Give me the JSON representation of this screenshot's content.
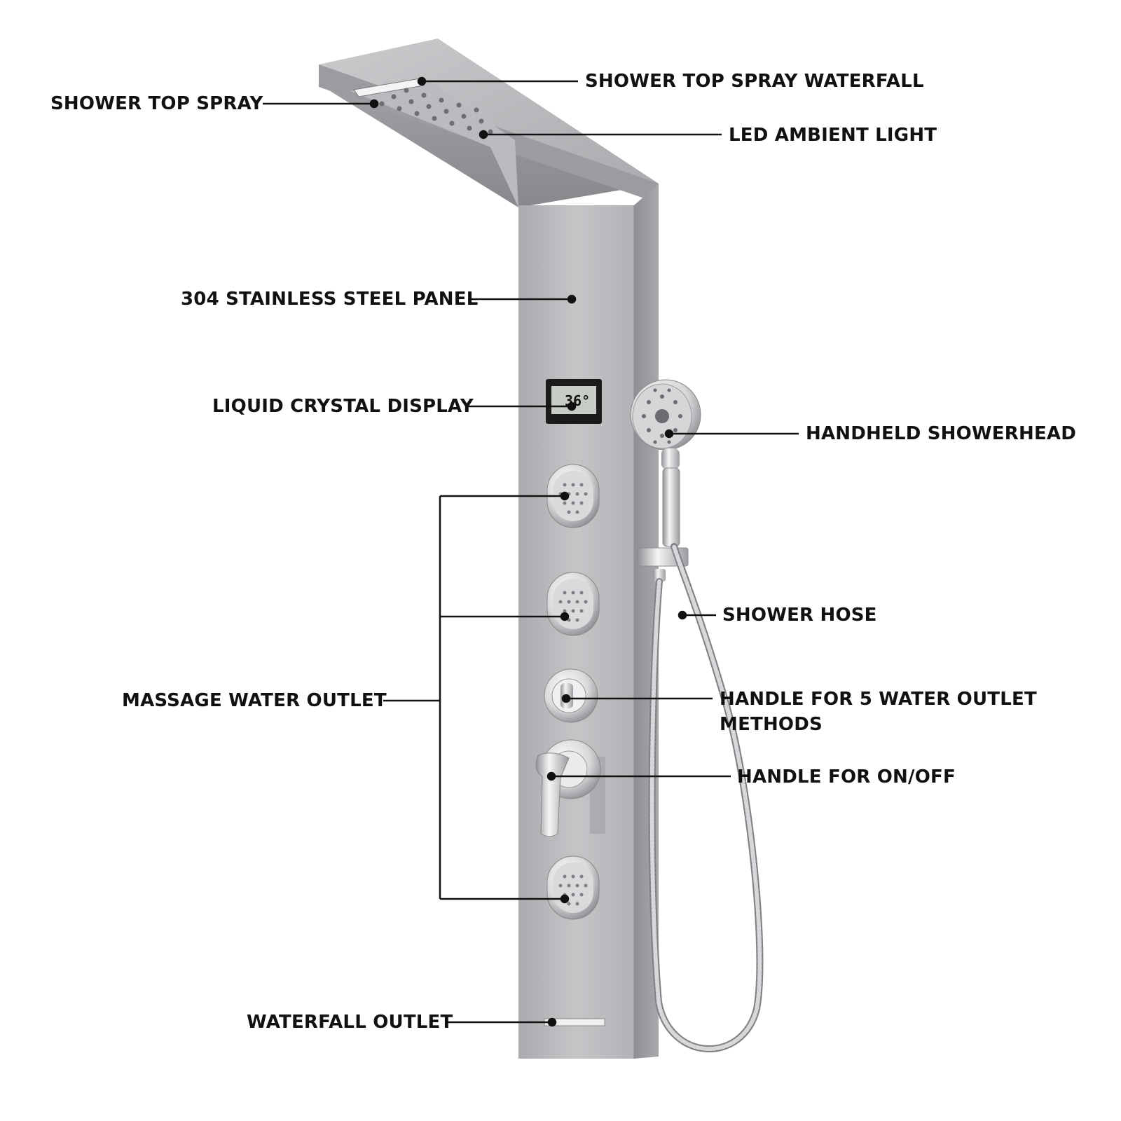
{
  "labels": {
    "shower_top_spray": "SHOWER TOP SPRAY",
    "shower_top_spray_waterfall": "SHOWER TOP SPRAY WATERFALL",
    "led_ambient_light": "LED AMBIENT LIGHT",
    "stainless_steel_panel": "304 STAINLESS STEEL PANEL",
    "liquid_crystal_display": "LIQUID CRYSTAL DISPLAY",
    "handheld_showerhead": "HANDHELD SHOWERHEAD",
    "massage_water_outlet": "MASSAGE WATER OUTLET",
    "shower_hose": "SHOWER HOSE",
    "handle_5_outlet": "HANDLE FOR 5 WATER OUTLET METHODS",
    "handle_on_off": "HANDLE FOR ON/OFF",
    "waterfall_outlet": "WATERFALL OUTLET"
  },
  "display": {
    "temperature": "36°"
  },
  "colors": {
    "steel": "#b4b6b8",
    "steel_dark": "#8d8f92",
    "chrome": "#e4e6e8",
    "line": "#111111"
  }
}
